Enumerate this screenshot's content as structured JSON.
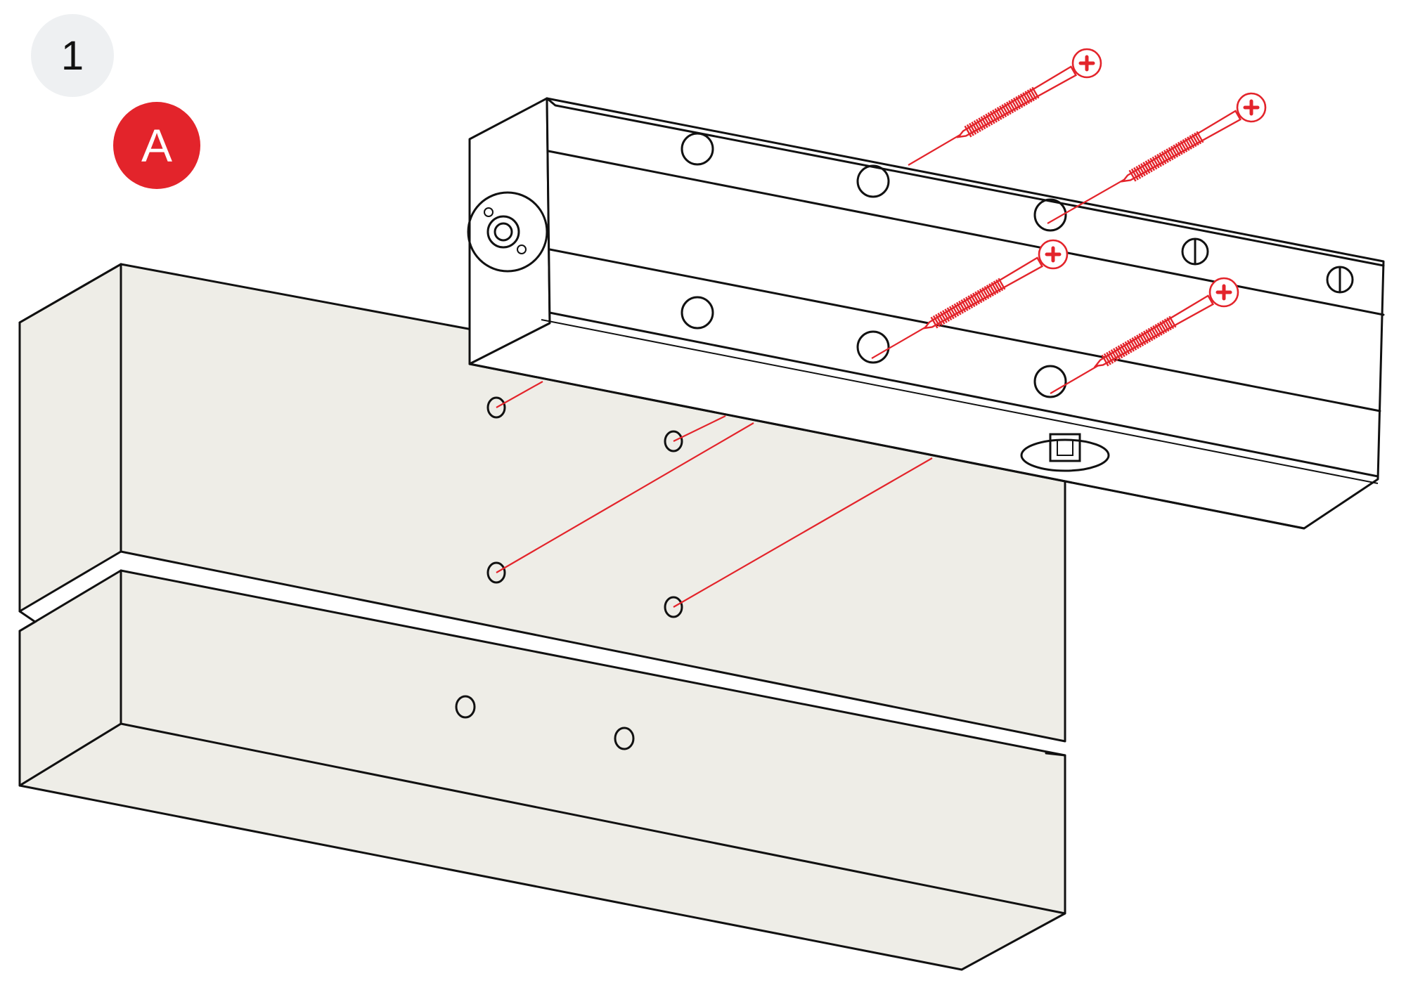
{
  "step_number": "1",
  "variant_letter": "A",
  "colors": {
    "accent": "#e3242b",
    "wall_fill": "#eeede7",
    "step_badge_bg": "#eef0f2",
    "line": "#111111"
  },
  "icons": {
    "screw": "phillips-screw-icon",
    "door_closer": "door-closer-body",
    "frame": "door-frame-and-door"
  }
}
